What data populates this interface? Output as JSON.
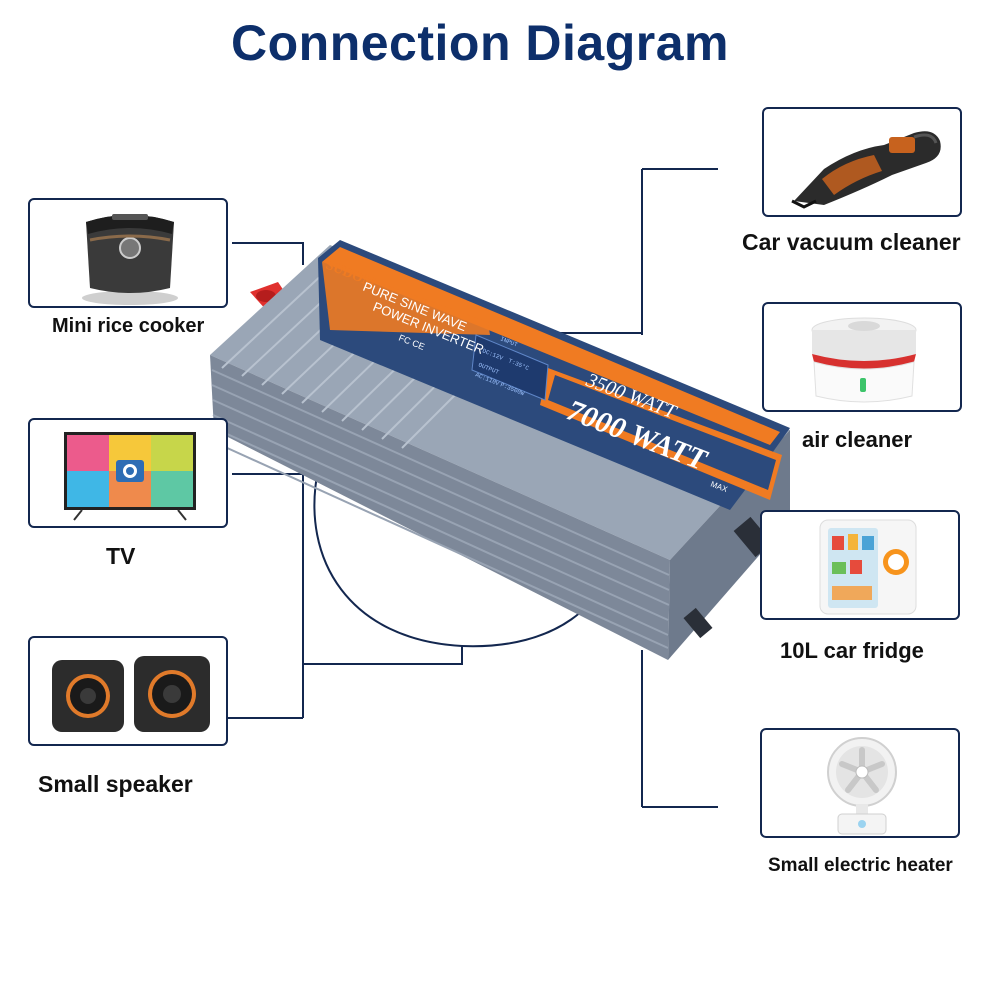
{
  "title": "Connection Diagram",
  "devices": {
    "rice_cooker": "Mini rice cooker",
    "tv": "TV",
    "speaker": "Small speaker",
    "vacuum": "Car vacuum cleaner",
    "air_cleaner": "air cleaner",
    "fridge": "10L car fridge",
    "heater": "Small electric heater"
  },
  "inverter": {
    "brand": "SUDOM",
    "line1": "PURE SINE WAVE",
    "line2": "POWER INVERTER",
    "certs": "FC CE",
    "rated": "3500 WATT",
    "peak": "7000 WATT",
    "max": "MAX",
    "lcd_input": "INPUT",
    "lcd_dc": "DC:12V",
    "lcd_temp": "T:35°C",
    "lcd_output": "OUTPUT",
    "lcd_ac": "AC:110V",
    "lcd_power": "P:3500W"
  },
  "colors": {
    "title": "#0d2f6b",
    "line": "#13274f",
    "inverter_body": "#8e9aab",
    "panel": "#2c4a7c",
    "accent": "#f07b22"
  }
}
